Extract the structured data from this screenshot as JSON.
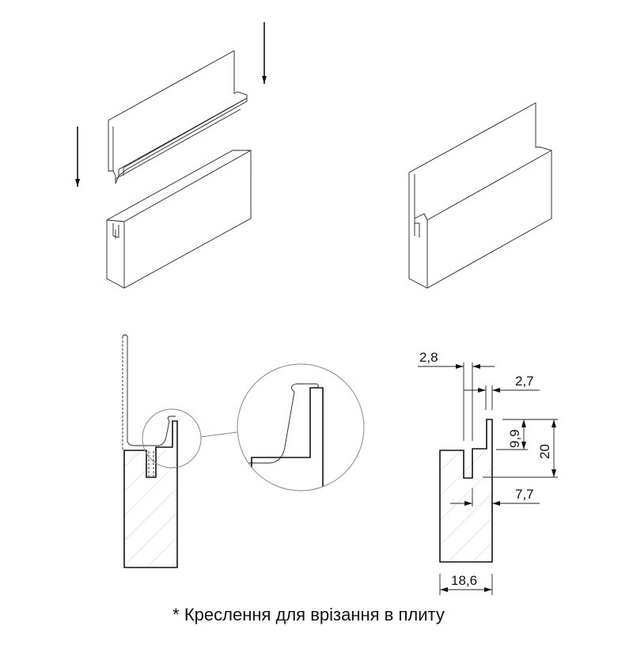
{
  "dimensions": {
    "slot_width": "2,8",
    "lip_width": "2,7",
    "lip_height": "9,9",
    "total_height": "20",
    "offset": "7,7",
    "board_thickness": "18,6"
  },
  "caption": "* Креслення для врізання в плиту"
}
